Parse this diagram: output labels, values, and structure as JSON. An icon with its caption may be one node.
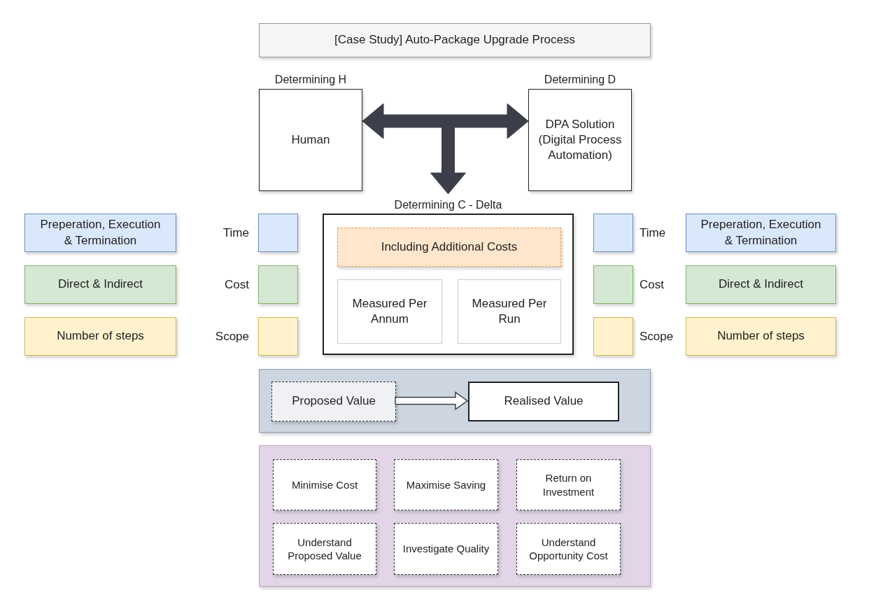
{
  "diagram": {
    "nodes": [
      {
        "text": [
          "[Case Study] Auto-Package Upgrade Process"
        ]
      },
      {
        "text": [
          "Determining H",
          "Human"
        ]
      },
      {
        "text": [
          "Determining D",
          "DPA Solution (Digital Process Automation)"
        ]
      },
      {
        "text": [
          "Determining C - Delta"
        ]
      },
      {
        "text": [
          "Including Additional Costs"
        ],
        "in": 3
      },
      {
        "text": [
          "Measured Per Annum"
        ],
        "in": 3
      },
      {
        "text": [
          "Measured Per Run"
        ],
        "in": 3
      },
      {
        "text": [
          "Preperation, Execution & Termination"
        ]
      },
      {
        "text": [
          "Direct & Indirect"
        ]
      },
      {
        "text": [
          "Number of steps"
        ]
      },
      {
        "text": [],
        "shape": "box",
        "beside": [
          "Time"
        ]
      },
      {
        "text": [],
        "shape": "box",
        "beside": [
          "Cost"
        ]
      },
      {
        "text": [],
        "shape": "box",
        "beside": [
          "Scope"
        ]
      },
      {
        "text": [],
        "shape": "box",
        "beside": [
          "Time"
        ]
      },
      {
        "text": [],
        "shape": "box",
        "beside": [
          "Cost"
        ]
      },
      {
        "text": [],
        "shape": "box",
        "beside": [
          "Scope"
        ]
      },
      {
        "text": [
          "Preperation, Execution & Termination"
        ]
      },
      {
        "text": [
          "Direct & Indirect"
        ]
      },
      {
        "text": [
          "Number of steps"
        ]
      },
      {
        "text": [],
        "shape": "box"
      },
      {
        "text": [
          "Proposed Value"
        ],
        "in": 19
      },
      {
        "text": [
          "Realised Value"
        ],
        "in": 19
      },
      {
        "text": [],
        "shape": "box"
      },
      {
        "text": [
          "Minimise Cost"
        ],
        "in": 22
      },
      {
        "text": [
          "Maximise Saving"
        ],
        "in": 22
      },
      {
        "text": [
          "Return on Investment"
        ],
        "in": 22
      },
      {
        "text": [
          "Understand Proposed Value"
        ],
        "in": 22
      },
      {
        "text": [
          "Investigate Quality"
        ],
        "in": 22
      },
      {
        "text": [
          "Understand Opportunity Cost"
        ],
        "in": 22
      }
    ],
    "edges": [
      {
        "from": 1,
        "to": 2,
        "arrow": "both",
        "style": "thick"
      },
      {
        "from": null,
        "to": 3,
        "arrow": "to",
        "style": "thick"
      },
      {
        "from": 20,
        "to": 21,
        "arrow": "to"
      }
    ]
  }
}
